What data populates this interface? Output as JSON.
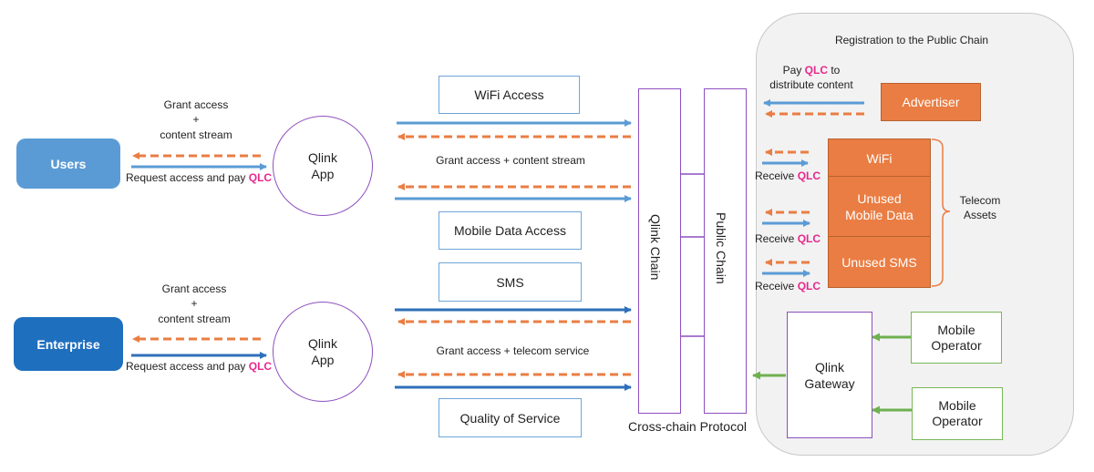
{
  "colors": {
    "users": "#5b9bd5",
    "enterprise": "#1f6fbf",
    "request_arrow": "#5b9bd5",
    "grant_arrow": "#ea7d43",
    "chain_border": "#8e4fbf",
    "asset_fill": "#ea7d43",
    "operator_arrow": "#77b858",
    "qlc_highlight": "#e8288c",
    "region_fill": "#f2f2f2"
  },
  "actors": {
    "users": "Users",
    "enterprise": "Enterprise"
  },
  "users_flow": {
    "grant_line1": "Grant access",
    "grant_plus": "+",
    "grant_line2": "content stream",
    "request_text": "Request access and pay ",
    "request_token": "QLC",
    "app_line1": "Qlink",
    "app_line2": "App"
  },
  "enterprise_flow": {
    "grant_line1": "Grant access",
    "grant_plus": "+",
    "grant_line2": "content stream",
    "request_text": "Request access and pay ",
    "request_token": "QLC",
    "app_line1": "Qlink",
    "app_line2": "App"
  },
  "services": {
    "wifi_access": "WiFi Access",
    "grant_content": "Grant access + content stream",
    "mobile_data_access": "Mobile Data Access",
    "sms": "SMS",
    "grant_telecom": "Grant access + telecom service",
    "quality_of_service": "Quality of Service"
  },
  "chains": {
    "qlink_chain": "Qlink Chain",
    "public_chain": "Public Chain",
    "protocol": "Cross-chain Protocol"
  },
  "registration": {
    "title": "Registration to the Public Chain",
    "pay_prefix": "Pay ",
    "pay_token": "QLC",
    "pay_suffix": " to",
    "pay_line2": "distribute content",
    "advertiser": "Advertiser",
    "receive_text": "Receive ",
    "receive_token": "QLC",
    "assets": [
      "WiFi",
      "Unused Mobile Data",
      "Unused SMS"
    ],
    "assets_label_line1": "Telecom",
    "assets_label_line2": "Assets",
    "gateway_line1": "Qlink",
    "gateway_line2": "Gateway",
    "operator_line1": "Mobile",
    "operator_line2": "Operator"
  }
}
